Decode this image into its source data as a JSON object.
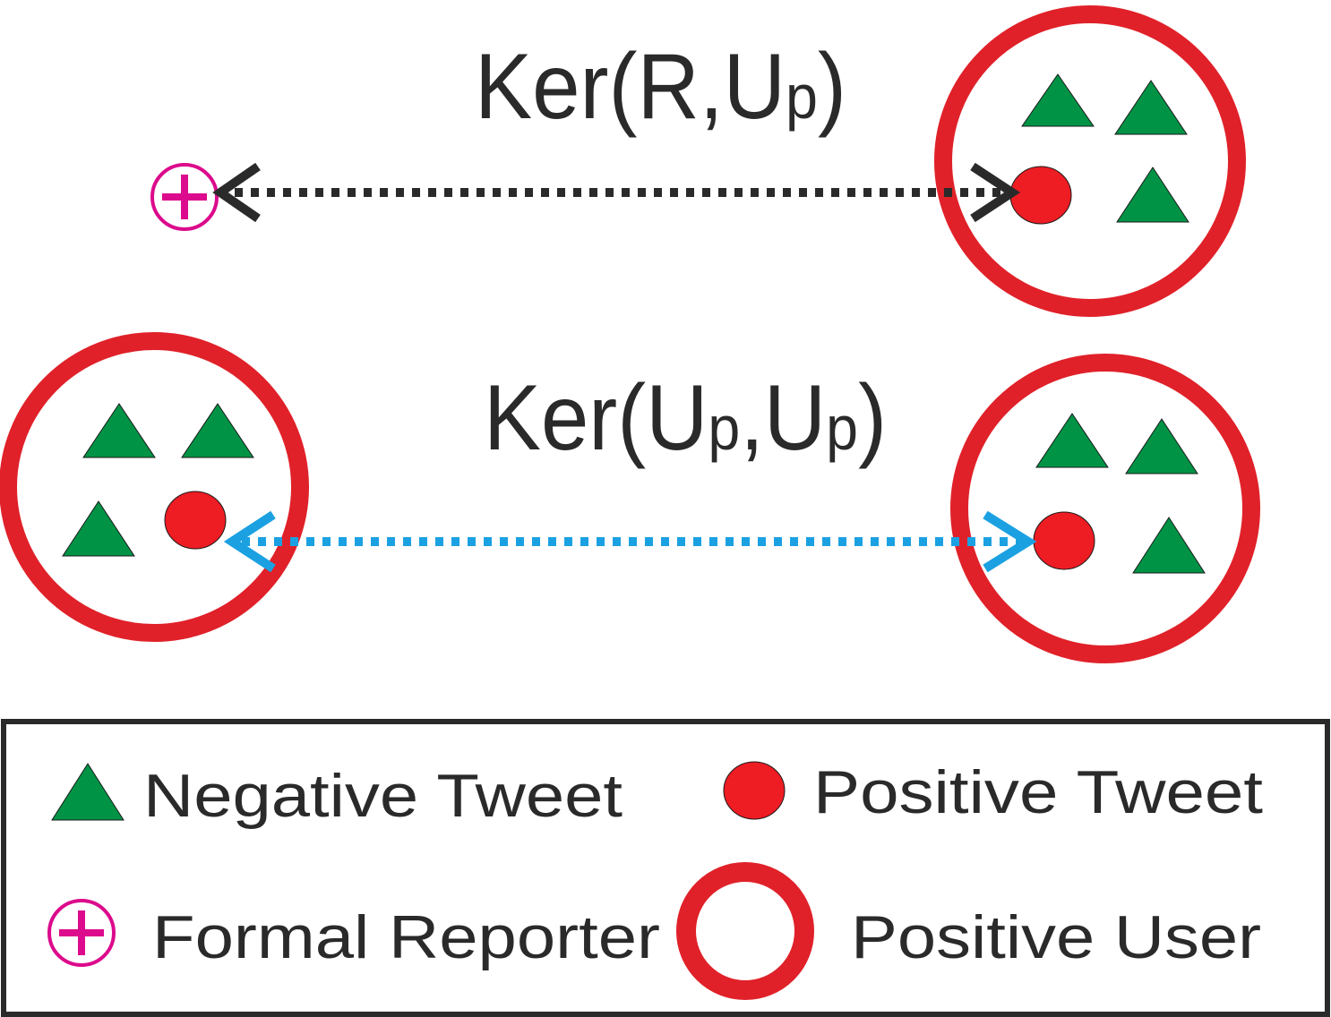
{
  "colors": {
    "positive_user_ring": "#e02129",
    "positive_tweet": "#ee1c23",
    "negative_tweet": "#009345",
    "formal_reporter": "#dc0a8c",
    "kernel_reporter_user_arrow": "#2a2a2a",
    "kernel_user_user_arrow": "#1ba1e2",
    "text": "#2a2a2a",
    "legend_border": "#2a2a2a"
  },
  "icons": {
    "formal_reporter": "circled-plus-icon",
    "positive_user": "ring-icon",
    "negative_tweet": "triangle-icon",
    "positive_tweet": "dot-icon"
  },
  "relations": {
    "reporter_user": {
      "prefix": "Ker(R,U",
      "sub": "p",
      "suffix": ")"
    },
    "user_user": {
      "prefix": "Ker(U",
      "sub1": "p",
      "middle": ",U",
      "sub2": "p",
      "suffix": ")"
    }
  },
  "legend": {
    "negative_tweet": "Negative Tweet",
    "positive_tweet": "Positive Tweet",
    "formal_reporter": "Formal Reporter",
    "positive_user": "Positive User"
  }
}
